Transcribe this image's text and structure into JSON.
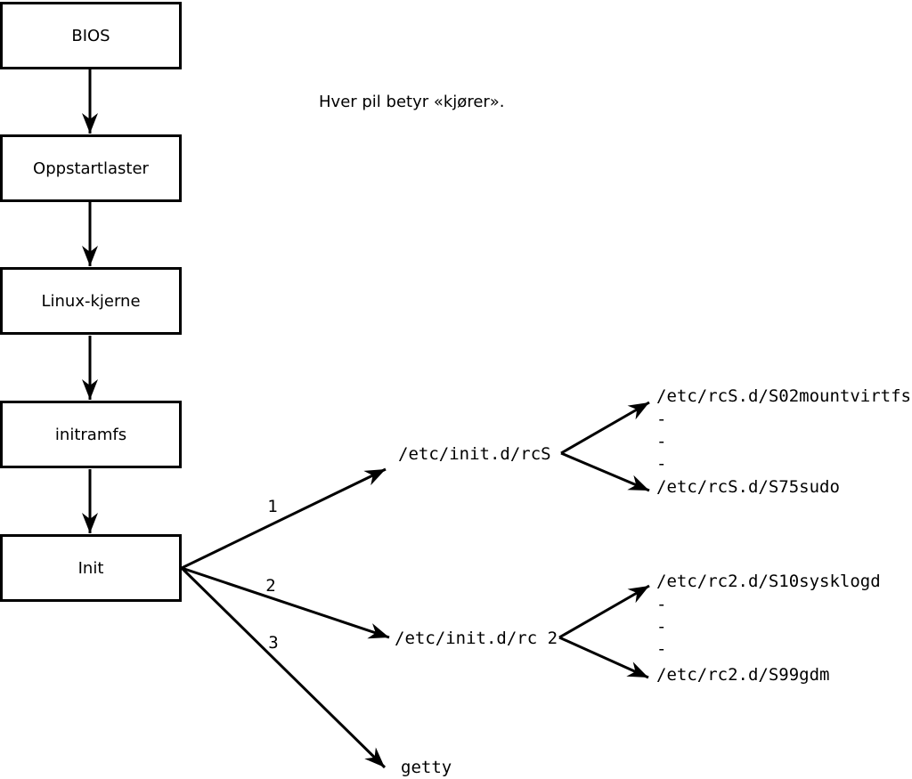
{
  "note": "Hver pil betyr «kjører».",
  "boxes": [
    {
      "id": "bios",
      "label": "BIOS"
    },
    {
      "id": "bootloader",
      "label": "Oppstartlaster"
    },
    {
      "id": "kernel",
      "label": "Linux-kjerne"
    },
    {
      "id": "initramfs",
      "label": "initramfs"
    },
    {
      "id": "init",
      "label": "Init"
    }
  ],
  "arrow_labels": [
    "1",
    "2",
    "3"
  ],
  "scripts": {
    "rcS": "/etc/init.d/rcS",
    "rc2": "/etc/init.d/rc 2",
    "getty": "getty"
  },
  "rcS_children": [
    "/etc/rcS.d/S02mountvirtfs",
    "-",
    "-",
    "-",
    "/etc/rcS.d/S75sudo"
  ],
  "rc2_children": [
    "/etc/rc2.d/S10sysklogd",
    "-",
    "-",
    "-",
    "/etc/rc2.d/S99gdm"
  ],
  "colors": {
    "line": "#000000",
    "background": "#ffffff",
    "box_fill": "#ffffff"
  }
}
